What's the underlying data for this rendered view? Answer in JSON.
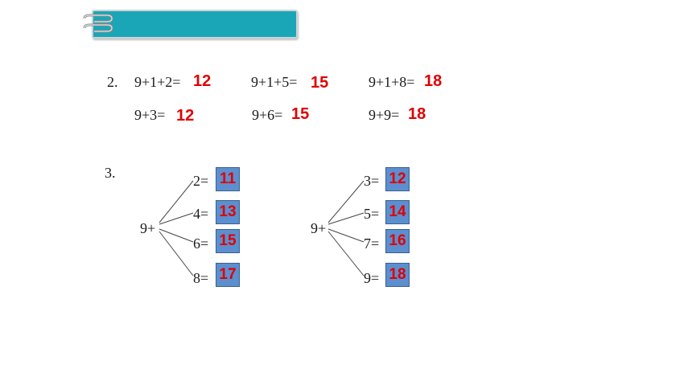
{
  "colors": {
    "banner": "#1aa6b7",
    "answer": "#e00000",
    "box": "#5b8fcf"
  },
  "q2": {
    "number": "2.",
    "row1": [
      {
        "expr": "9+1+2=",
        "answer": "12"
      },
      {
        "expr": "9+1+5=",
        "answer": "15"
      },
      {
        "expr": "9+1+8=",
        "answer": "18"
      }
    ],
    "row2": [
      {
        "expr": "9+3=",
        "answer": "12"
      },
      {
        "expr": "9+6=",
        "answer": "15"
      },
      {
        "expr": "9+9=",
        "answer": "18"
      }
    ]
  },
  "q3": {
    "number": "3.",
    "left": {
      "root": "9+",
      "branches": [
        {
          "label": "2=",
          "answer": "11"
        },
        {
          "label": "4=",
          "answer": "13"
        },
        {
          "label": "6=",
          "answer": "15"
        },
        {
          "label": "8=",
          "answer": "17"
        }
      ]
    },
    "right": {
      "root": "9+",
      "branches": [
        {
          "label": "3=",
          "answer": "12"
        },
        {
          "label": "5=",
          "answer": "14"
        },
        {
          "label": "7=",
          "answer": "16"
        },
        {
          "label": "9=",
          "answer": "18"
        }
      ]
    }
  }
}
